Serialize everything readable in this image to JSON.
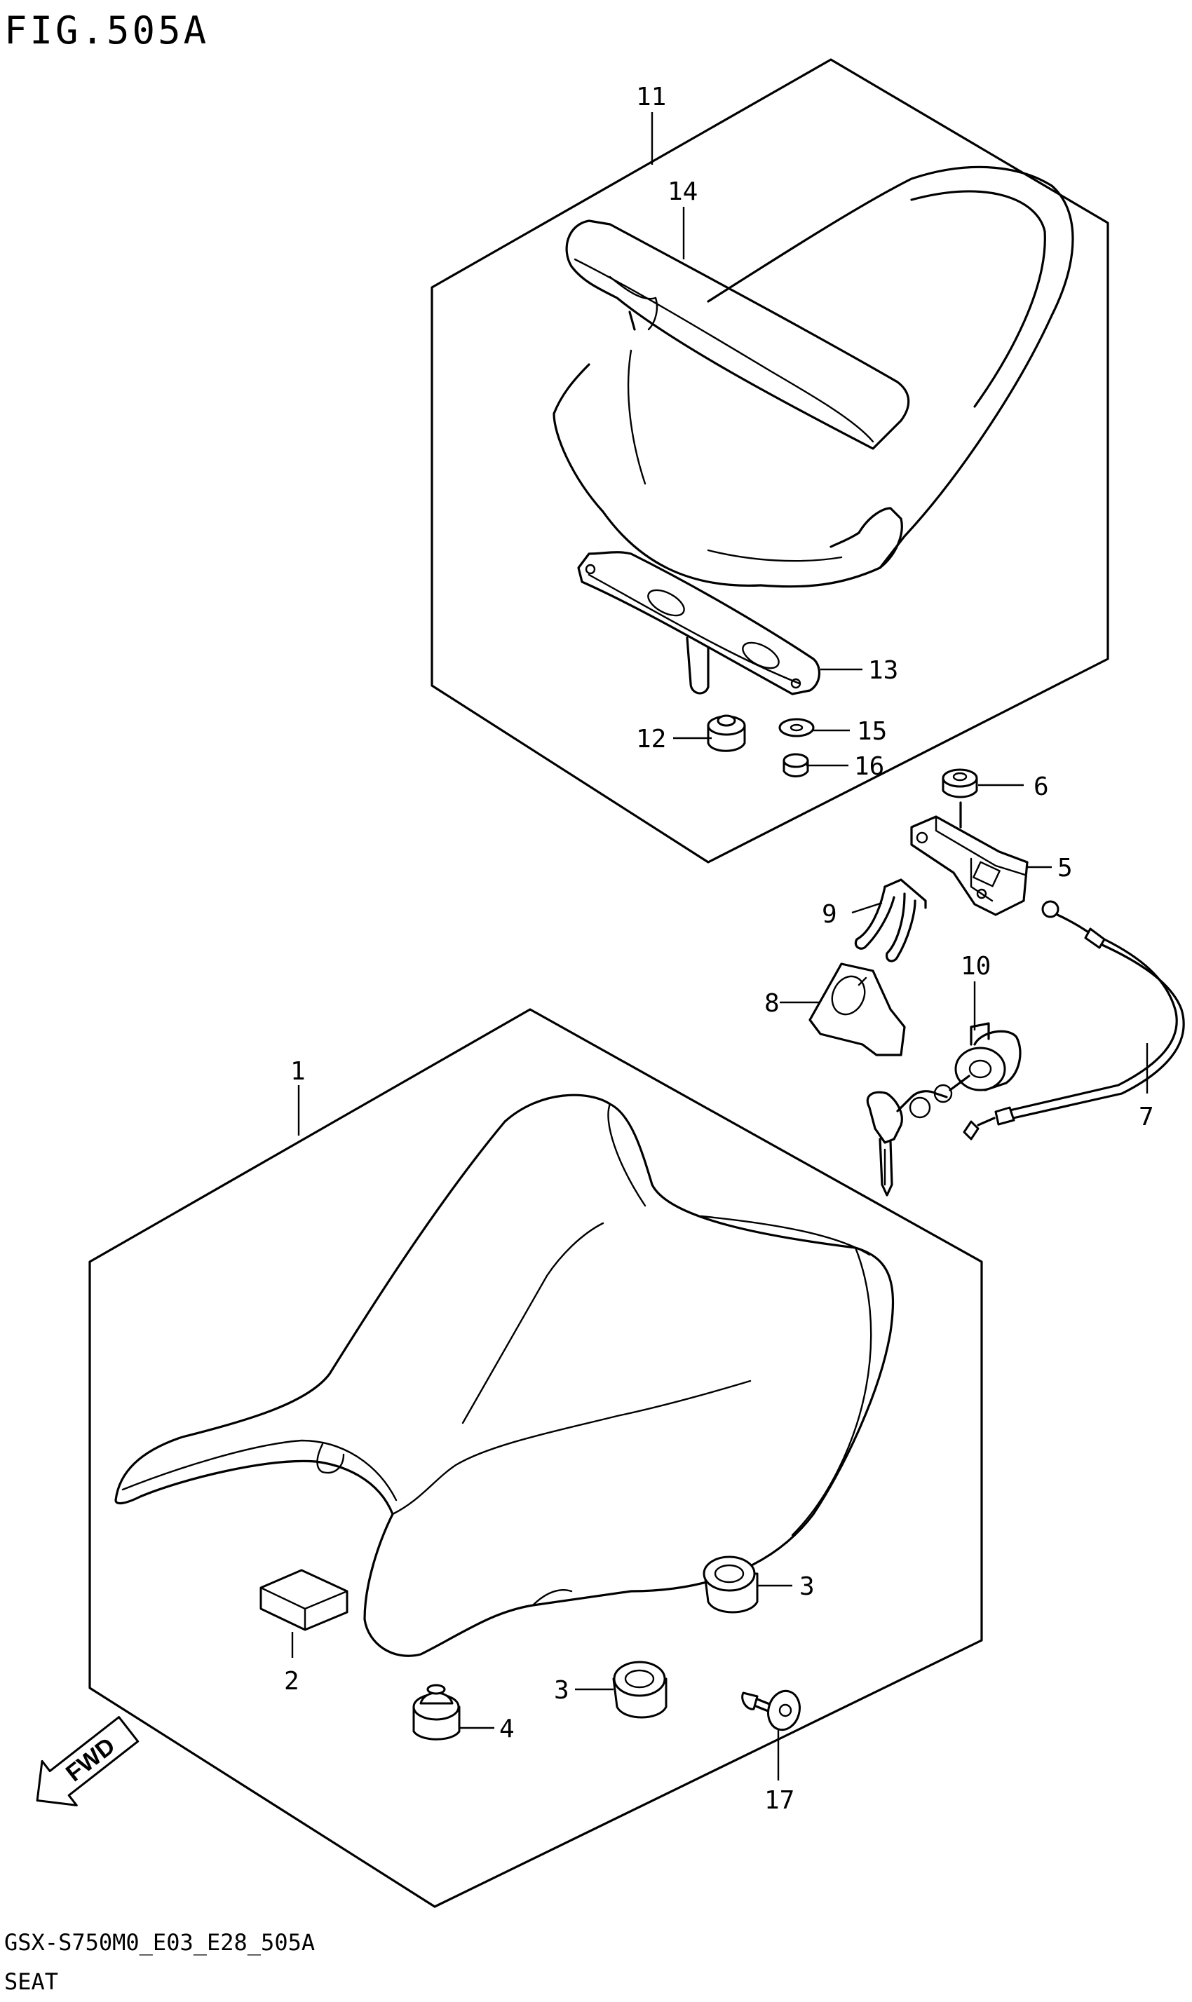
{
  "figure": {
    "title": "FIG.505A"
  },
  "callouts": {
    "c1": "1",
    "c2": "2",
    "c3a": "3",
    "c3b": "3",
    "c4": "4",
    "c5": "5",
    "c6": "6",
    "c7": "7",
    "c8": "8",
    "c9": "9",
    "c10": "10",
    "c11": "11",
    "c12": "12",
    "c13": "13",
    "c14": "14",
    "c15": "15",
    "c16": "16",
    "c17": "17"
  },
  "direction_arrow": {
    "label": "FWD",
    "icon": "fwd-arrow-icon"
  },
  "footer": {
    "code": "GSX-S750M0_E03_E28_505A",
    "name": "SEAT"
  },
  "colors": {
    "ink": "#000000",
    "paper": "#ffffff"
  }
}
